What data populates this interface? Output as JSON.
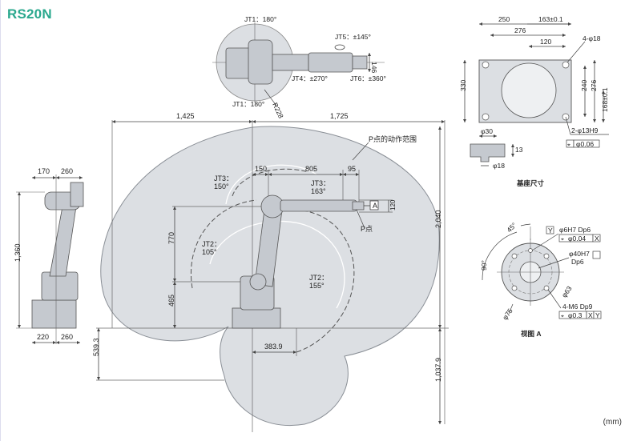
{
  "model": "RS20N",
  "unit": "(mm)",
  "colors": {
    "title": "#2aa88e",
    "envelope": "#d9dde2",
    "line": "#555555",
    "robot": "#c8ccd2"
  },
  "top_view": {
    "jt1_top": "JT1：180°",
    "jt1_bottom": "JT1：180°",
    "jt5": "JT5：±145°",
    "jt4": "JT4：±270°",
    "jt6": "JT6：±360°",
    "radius": "R228",
    "dim_146": "146"
  },
  "side_view": {
    "dim_1425": "1,425",
    "dim_1725": "1,725",
    "p_range": "P点的动作范围",
    "dim_150": "150",
    "dim_805": "805",
    "dim_95": "95",
    "jt3_upper": "JT3：\n150°",
    "jt3_upper_line1": "JT3：",
    "jt3_upper_line2": "150°",
    "jt3_right_line1": "JT3：",
    "jt3_right_line2": "163°",
    "label_a": "A",
    "dim_120": "120",
    "p_point": "P点",
    "dim_770": "770",
    "jt2_left_line1": "JT2：",
    "jt2_left_line2": "105°",
    "jt2_right_line1": "JT2：",
    "jt2_right_line2": "155°",
    "dim_465": "465",
    "dim_2040": "2,040",
    "dim_3839": "383.9",
    "dim_5393": "539.3",
    "dim_10379": "1,037.9"
  },
  "front_view": {
    "dim_170": "170",
    "dim_260_top": "260",
    "dim_1360": "1,360",
    "dim_220": "220",
    "dim_260_bottom": "260"
  },
  "base_view": {
    "dim_250": "250",
    "dim_163": "163±0.1",
    "dim_276_top": "276",
    "dim_120": "120",
    "holes": "4-φ18",
    "dim_330": "330",
    "dim_240": "240",
    "dim_276_side": "276",
    "dim_168": "168±0.1",
    "pin_holes": "2-φ13H9",
    "tolerance": "φ0.06",
    "dim_phi30": "φ30",
    "dim_13": "13",
    "dim_phi18": "φ18",
    "caption": "基座尺寸"
  },
  "flange_view": {
    "angle_45": "45°",
    "datum_y": "Y",
    "pin": "φ6H7 Dp6",
    "pin_tol": "φ0.04",
    "datum_x": "X",
    "bore_line1": "φ40H7",
    "bore_line2": "Dp6",
    "angle_90": "90°",
    "pcd_63": "φ63",
    "pcd_75": "φ75",
    "tapped": "4-M6 Dp9",
    "tapped_tol": "φ0.3",
    "datum_x2": "X",
    "datum_y2": "Y",
    "caption": "视图 A"
  }
}
